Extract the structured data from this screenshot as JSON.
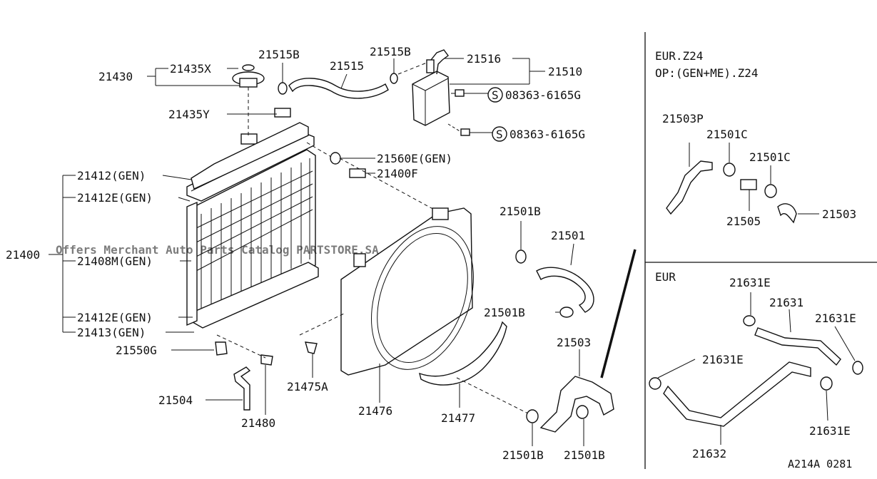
{
  "watermark": "Offers Merchant Auto Parts Catalog PARTSTORE.SA",
  "figure_code": "A214A 0281",
  "inset_eur_z24": {
    "title_line1": "EUR.Z24",
    "title_line2": "OP:(GEN+ME).Z24"
  },
  "inset_eur": {
    "title": "EUR"
  },
  "labels": {
    "p21430": "21430",
    "p21435x": "21435X",
    "p21515b_a": "21515B",
    "p21515b_b": "21515B",
    "p21515": "21515",
    "p21516": "21516",
    "p21510": "21510",
    "p08363_a": "08363-6165G",
    "p08363_b": "08363-6165G",
    "p21435y": "21435Y",
    "p21560e": "21560E(GEN)",
    "p21400f": "21400F",
    "p21412gen": "21412(GEN)",
    "p21412e_a": "21412E(GEN)",
    "p21400": "21400",
    "p21408m": "21408M(GEN)",
    "p21412e_b": "21412E(GEN)",
    "p21413": "21413(GEN)",
    "p21550g": "21550G",
    "p21504": "21504",
    "p21480": "21480",
    "p21475a": "21475A",
    "p21476": "21476",
    "p21477": "21477",
    "p21501b_a": "21501B",
    "p21501": "21501",
    "p21501b_b": "21501B",
    "p21503": "21503",
    "p21501b_c": "21501B",
    "p21501b_d": "21501B",
    "p21503p": "21503P",
    "p21501c_a": "21501C",
    "p21501c_b": "21501C",
    "p21505": "21505",
    "p21503_inset": "21503",
    "p21631e_a": "21631E",
    "p21631": "21631",
    "p21631e_b": "21631E",
    "p21631e_c": "21631E",
    "p21631e_d": "21631E",
    "p21632": "21632"
  },
  "symbols": {
    "screw_mark": "S"
  }
}
